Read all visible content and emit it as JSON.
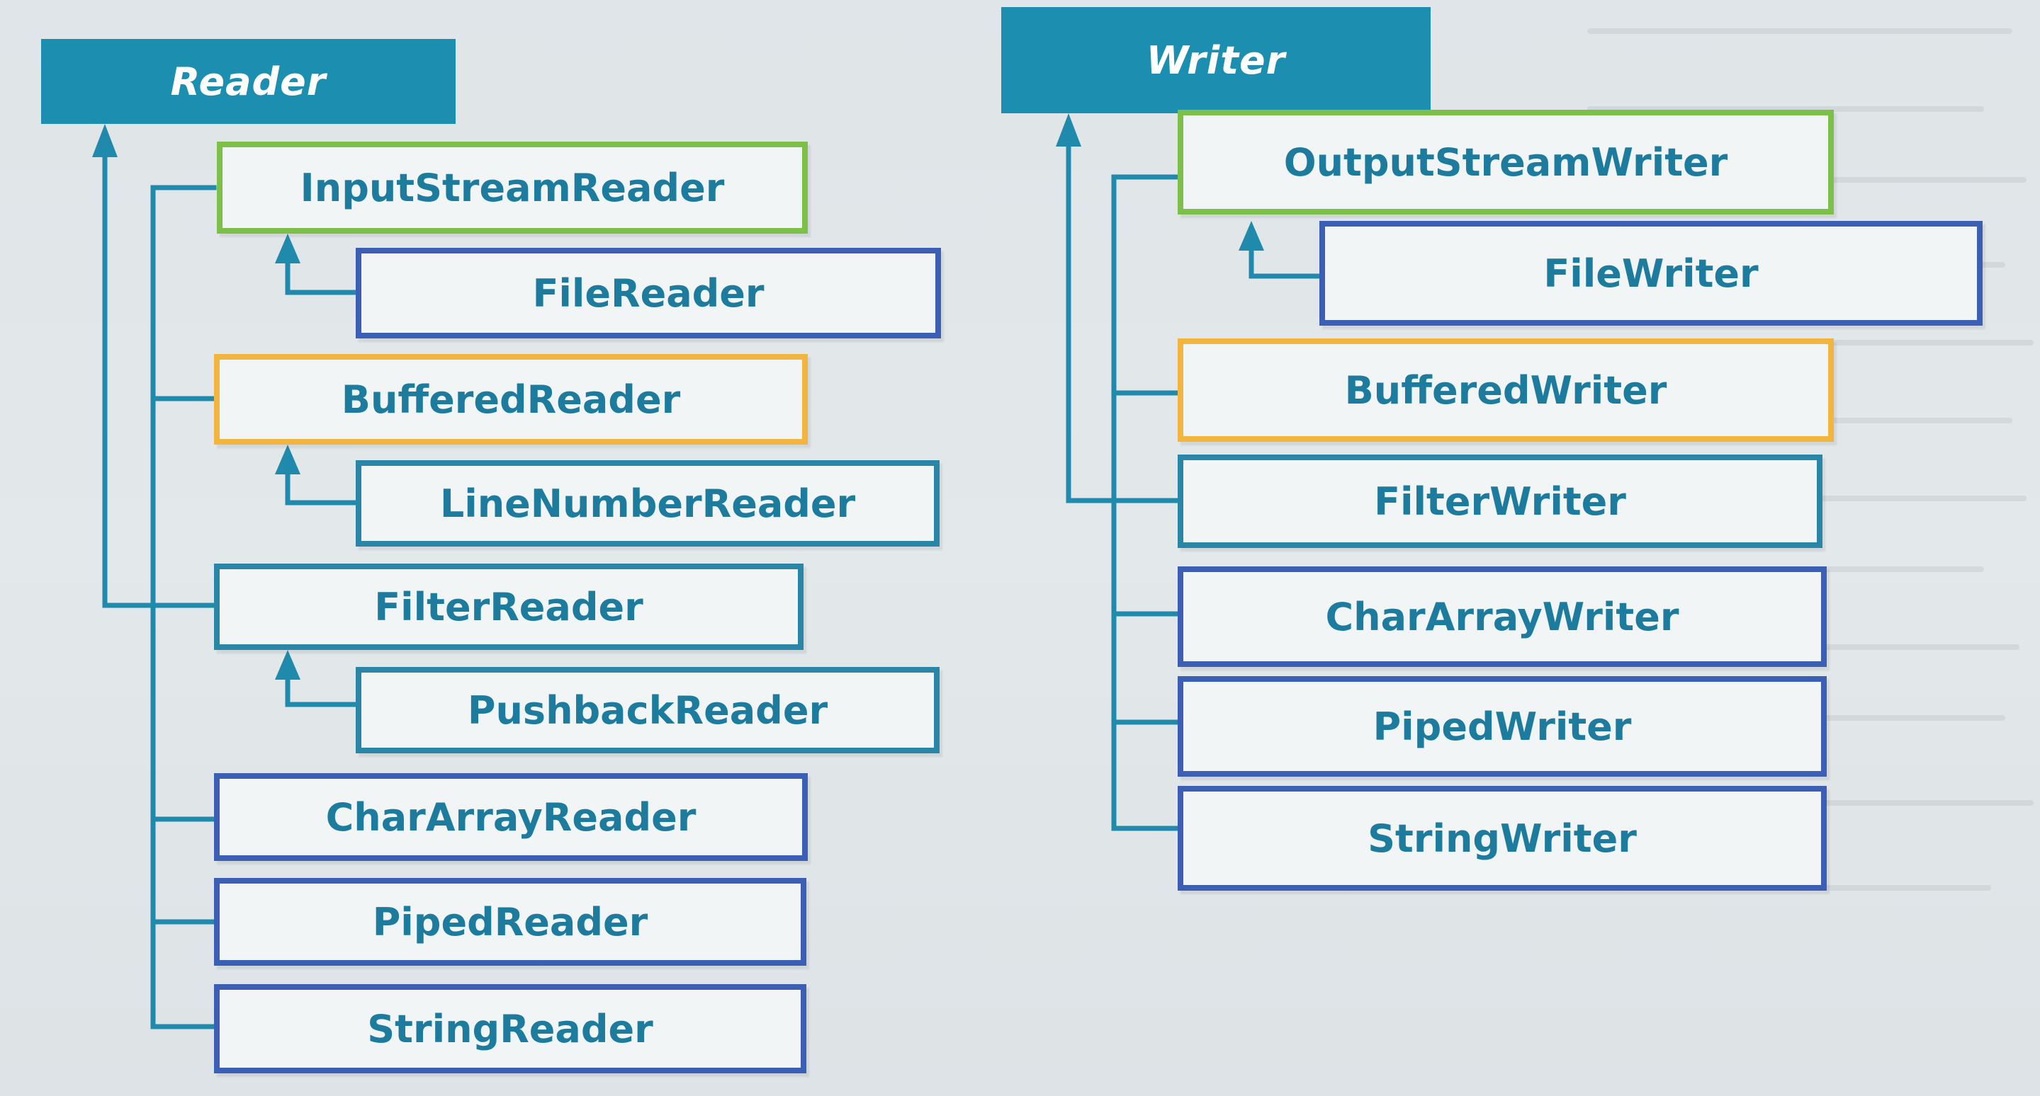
{
  "colors": {
    "root_fill": "#1c8fb0",
    "line": "#1f8aac",
    "text": "#1d7c9e",
    "green_border": "#7cc04a",
    "orange_border": "#f2b53d",
    "teal_border": "#2a86a6",
    "blue_border": "#3a5fb5"
  },
  "reader": {
    "root": "Reader",
    "items": {
      "input_stream_reader": "InputStreamReader",
      "file_reader": "FileReader",
      "buffered_reader": "BufferedReader",
      "line_number_reader": "LineNumberReader",
      "filter_reader": "FilterReader",
      "pushback_reader": "PushbackReader",
      "char_array_reader": "CharArrayReader",
      "piped_reader": "PipedReader",
      "string_reader": "StringReader"
    }
  },
  "writer": {
    "root": "Writer",
    "items": {
      "output_stream_writer": "OutputStreamWriter",
      "file_writer": "FileWriter",
      "buffered_writer": "BufferedWriter",
      "filter_writer": "FilterWriter",
      "char_array_writer": "CharArrayWriter",
      "piped_writer": "PipedWriter",
      "string_writer": "StringWriter"
    }
  }
}
